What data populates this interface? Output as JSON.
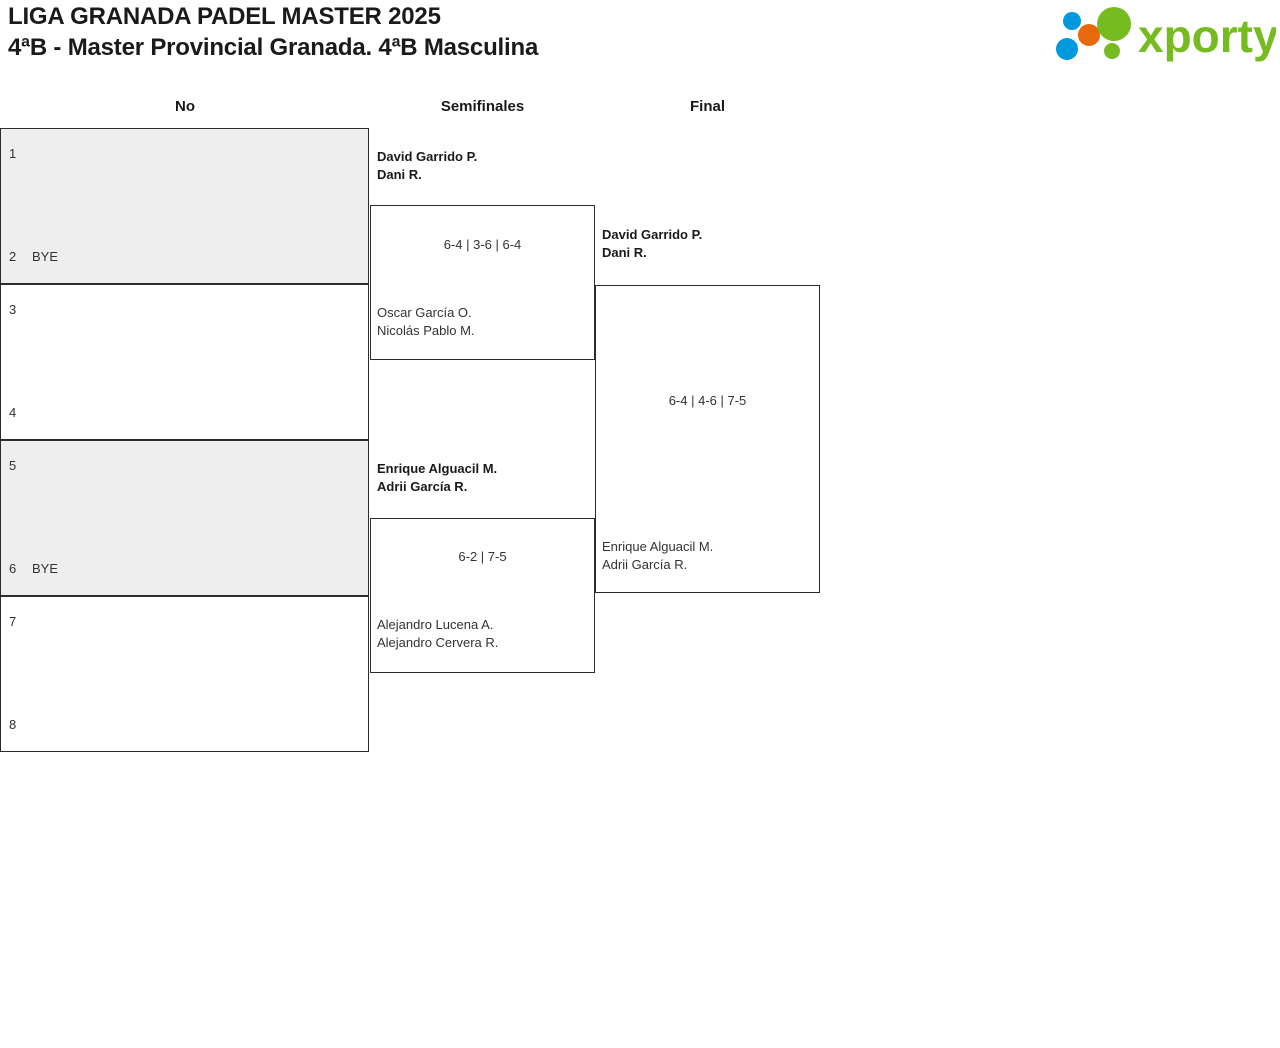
{
  "header": {
    "title_line1": "LIGA GRANADA PADEL MASTER 2025",
    "title_line2": "4ªB - Master Provincial Granada. 4ªB Masculina",
    "logo_text": "xporty",
    "logo_colors": {
      "green": "#76bc21",
      "orange": "#e8690b",
      "blue": "#0099dd"
    }
  },
  "columns": {
    "no": "No",
    "semifinals": "Semifinales",
    "final": "Final"
  },
  "bracket": {
    "seeds": [
      {
        "number": "1",
        "name": ""
      },
      {
        "number": "2",
        "name": "BYE"
      },
      {
        "number": "3",
        "name": ""
      },
      {
        "number": "4",
        "name": ""
      },
      {
        "number": "5",
        "name": ""
      },
      {
        "number": "6",
        "name": "BYE"
      },
      {
        "number": "7",
        "name": ""
      },
      {
        "number": "8",
        "name": ""
      }
    ],
    "semifinals": [
      {
        "top_team": {
          "player1": "David Garrido P.",
          "player2": "Dani R.",
          "result": "winner"
        },
        "bottom_team": {
          "player1": "Oscar García O.",
          "player2": "Nicolás Pablo M.",
          "result": "loser"
        },
        "score": "6-4 | 3-6 | 6-4"
      },
      {
        "top_team": {
          "player1": "Enrique Alguacil M.",
          "player2": "Adrii García R.",
          "result": "winner"
        },
        "bottom_team": {
          "player1": "Alejandro Lucena A.",
          "player2": "Alejandro Cervera R.",
          "result": "loser"
        },
        "score": "6-2 | 7-5"
      }
    ],
    "final": {
      "top_team": {
        "player1": "David Garrido P.",
        "player2": "Dani R.",
        "result": "winner"
      },
      "bottom_team": {
        "player1": "Enrique Alguacil M.",
        "player2": "Adrii García R.",
        "result": "loser"
      },
      "score": "6-4 | 4-6 | 7-5"
    }
  }
}
